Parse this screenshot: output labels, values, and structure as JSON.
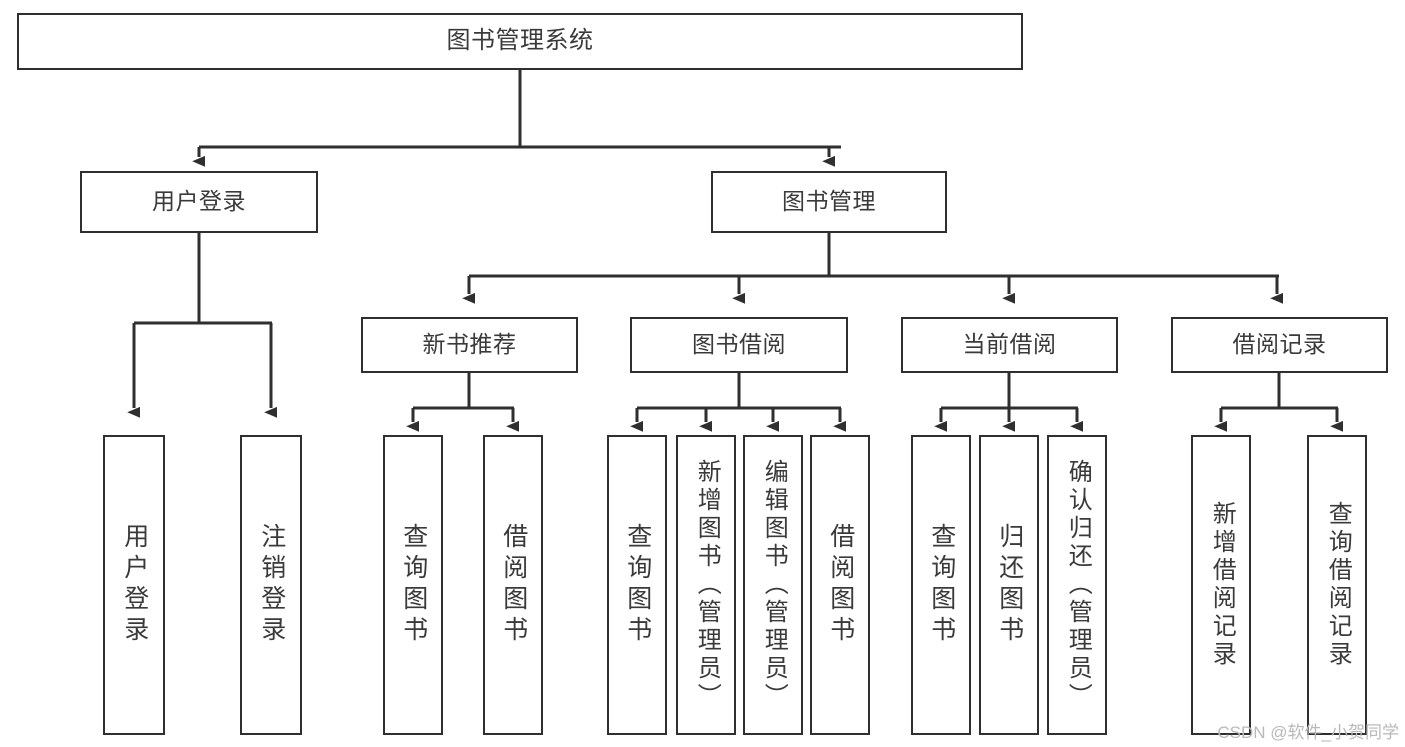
{
  "diagram": {
    "type": "tree-hierarchy",
    "title": "图书管理系统",
    "watermark": "CSDN @软件_小贺同学",
    "colors": {
      "background": "#ffffff",
      "box_border": "#2f2f2f",
      "box_fill": "#ffffff",
      "text": "#3a3a3a",
      "connector": "#2f2f2f",
      "watermark": "#b9b9b9"
    },
    "levels": {
      "level1": [
        "图书管理系统"
      ],
      "level2": [
        "用户登录",
        "图书管理"
      ],
      "level3": [
        "新书推荐",
        "图书借阅",
        "当前借阅",
        "借阅记录"
      ],
      "level4": [
        "用户登录",
        "注销登录",
        "查询图书",
        "借阅图书",
        "查询图书",
        "新增图书（管理员）",
        "编辑图书（管理员）",
        "借阅图书",
        "查询图书",
        "归还图书",
        "确认归还（管理员）",
        "新增借阅记录",
        "查询借阅记录"
      ]
    },
    "nodes": {
      "root": {
        "label": "图书管理系统"
      },
      "user_login": {
        "label": "用户登录"
      },
      "book_manage": {
        "label": "图书管理"
      },
      "new_book_rec": {
        "label": "新书推荐"
      },
      "book_borrow": {
        "label": "图书借阅"
      },
      "current_borrow": {
        "label": "当前借阅"
      },
      "borrow_record": {
        "label": "借阅记录"
      },
      "leaf_user_login": {
        "label": "用户登录"
      },
      "leaf_logout": {
        "label": "注销登录"
      },
      "leaf_query_book_1": {
        "label": "查询图书"
      },
      "leaf_borrow_book_1": {
        "label": "借阅图书"
      },
      "leaf_query_book_2": {
        "label": "查询图书"
      },
      "leaf_add_book": {
        "label": "新增图书（管理员）"
      },
      "leaf_edit_book": {
        "label": "编辑图书（管理员）"
      },
      "leaf_borrow_book_2": {
        "label": "借阅图书"
      },
      "leaf_query_book_3": {
        "label": "查询图书"
      },
      "leaf_return_book": {
        "label": "归还图书"
      },
      "leaf_confirm_return": {
        "label": "确认归还（管理员）"
      },
      "leaf_add_record": {
        "label": "新增借阅记录"
      },
      "leaf_query_record": {
        "label": "查询借阅记录"
      }
    },
    "edges": [
      {
        "from": "root",
        "to": "user_login"
      },
      {
        "from": "root",
        "to": "book_manage"
      },
      {
        "from": "user_login",
        "to": "leaf_user_login"
      },
      {
        "from": "user_login",
        "to": "leaf_logout"
      },
      {
        "from": "book_manage",
        "to": "new_book_rec"
      },
      {
        "from": "book_manage",
        "to": "book_borrow"
      },
      {
        "from": "book_manage",
        "to": "current_borrow"
      },
      {
        "from": "book_manage",
        "to": "borrow_record"
      },
      {
        "from": "new_book_rec",
        "to": "leaf_query_book_1"
      },
      {
        "from": "new_book_rec",
        "to": "leaf_borrow_book_1"
      },
      {
        "from": "book_borrow",
        "to": "leaf_query_book_2"
      },
      {
        "from": "book_borrow",
        "to": "leaf_add_book"
      },
      {
        "from": "book_borrow",
        "to": "leaf_edit_book"
      },
      {
        "from": "book_borrow",
        "to": "leaf_borrow_book_2"
      },
      {
        "from": "current_borrow",
        "to": "leaf_query_book_3"
      },
      {
        "from": "current_borrow",
        "to": "leaf_return_book"
      },
      {
        "from": "current_borrow",
        "to": "leaf_confirm_return"
      },
      {
        "from": "borrow_record",
        "to": "leaf_add_record"
      },
      {
        "from": "borrow_record",
        "to": "leaf_query_record"
      }
    ]
  }
}
